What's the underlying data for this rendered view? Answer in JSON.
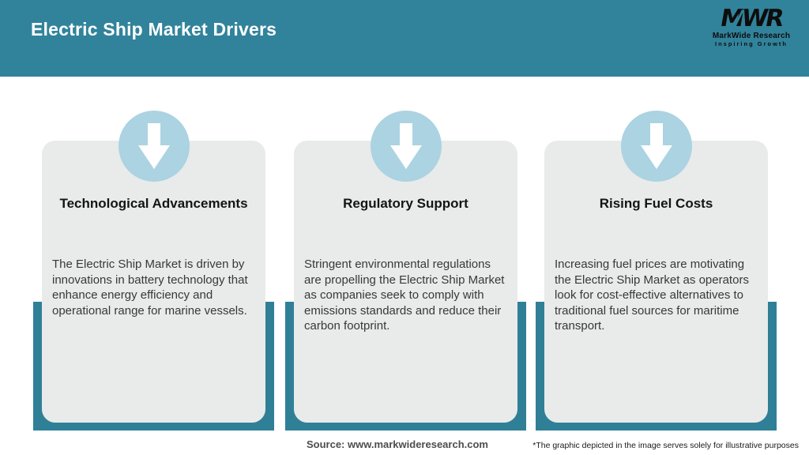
{
  "header": {
    "title": "Electric Ship Market Drivers"
  },
  "logo": {
    "monogram": "MWR",
    "name": "MarkWide Research",
    "tagline": "Inspiring Growth"
  },
  "cards": [
    {
      "icon": "down-arrow-icon",
      "title": "Technological Advancements",
      "description": "The Electric Ship Market is driven by innovations in battery technology that enhance energy efficiency and operational range for marine vessels."
    },
    {
      "icon": "down-arrow-icon",
      "title": "Regulatory Support",
      "description": "Stringent environmental regulations are propelling the Electric Ship Market as companies seek to comply with emissions standards and reduce their carbon footprint."
    },
    {
      "icon": "down-arrow-icon",
      "title": "Rising Fuel Costs",
      "description": "Increasing fuel prices are motivating the Electric Ship Market as operators look for cost-effective alternatives to traditional fuel sources for maritime transport."
    }
  ],
  "footer": {
    "source": "Source: www.markwideresearch.com",
    "disclaimer": "*The graphic depicted in the image serves solely for illustrative purposes"
  },
  "colors": {
    "header_teal": "#31839B",
    "band_teal": "#2F8097",
    "card_gray": "#E8EBEA",
    "circle_blue": "#ABD3E2",
    "arrow_white": "#FFFFFF"
  }
}
